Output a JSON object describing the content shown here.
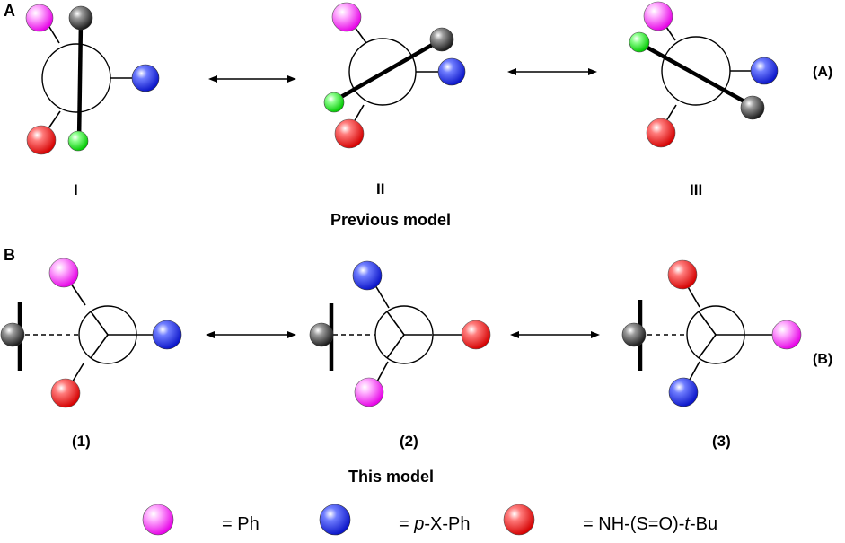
{
  "panel_a": {
    "letter": "A",
    "side_label": "(A)",
    "caption": "Previous model",
    "structures": [
      {
        "label": "I"
      },
      {
        "label": "II"
      },
      {
        "label": "III"
      }
    ]
  },
  "panel_b": {
    "letter": "B",
    "side_label": "(B)",
    "caption": "This model",
    "structures": [
      {
        "label": "(1)"
      },
      {
        "label": "(2)"
      },
      {
        "label": "(3)"
      }
    ]
  },
  "legend": {
    "items": [
      {
        "color_name": "magenta",
        "equals": "=",
        "text_parts": [
          {
            "t": " Ph",
            "italic": false
          }
        ]
      },
      {
        "color_name": "blue",
        "equals": "=",
        "text_parts": [
          {
            "t": " ",
            "italic": false
          },
          {
            "t": "p",
            "italic": true
          },
          {
            "t": "-X-Ph",
            "italic": false
          }
        ]
      },
      {
        "color_name": "red",
        "equals": "=",
        "text_parts": [
          {
            "t": " NH-(S=O)-",
            "italic": false
          },
          {
            "t": "t",
            "italic": true
          },
          {
            "t": "-Bu",
            "italic": false
          }
        ]
      }
    ]
  },
  "colors": {
    "magenta": "#ff33ff",
    "blue": "#2233ee",
    "red": "#ee2222",
    "green": "#22ee22",
    "black": "#333333"
  }
}
